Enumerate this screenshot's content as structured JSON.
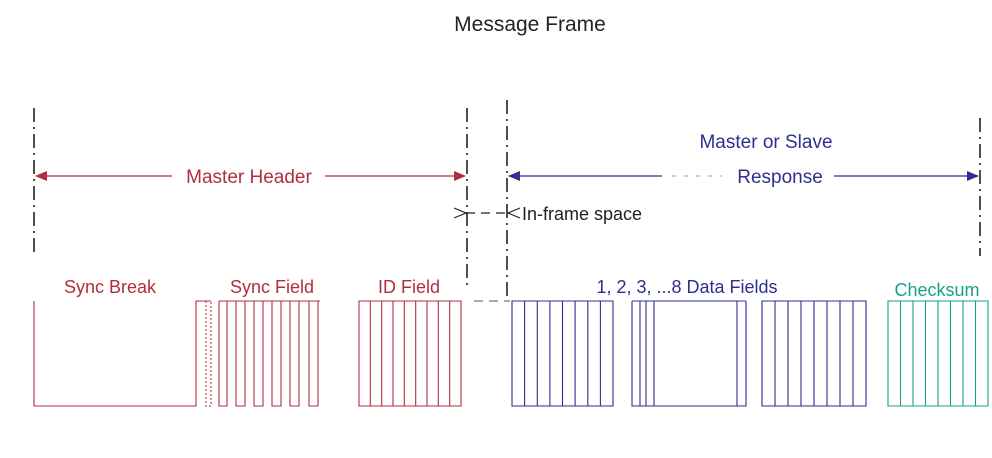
{
  "title": "Message Frame",
  "master_header": {
    "label": "Master Header"
  },
  "response": {
    "label_line1": "Master or Slave",
    "label_line2": "Response"
  },
  "inframe": {
    "label": "In-frame space"
  },
  "fields": {
    "sync_break": "Sync Break",
    "sync_field": "Sync Field",
    "id_field": "ID Field",
    "data_fields": "1, 2, 3, ...8 Data Fields",
    "checksum": "Checksum"
  },
  "colors": {
    "header": "#b22d3f",
    "response": "#2e2f8f",
    "checksum": "#16a08c",
    "neutral": "#222222"
  }
}
